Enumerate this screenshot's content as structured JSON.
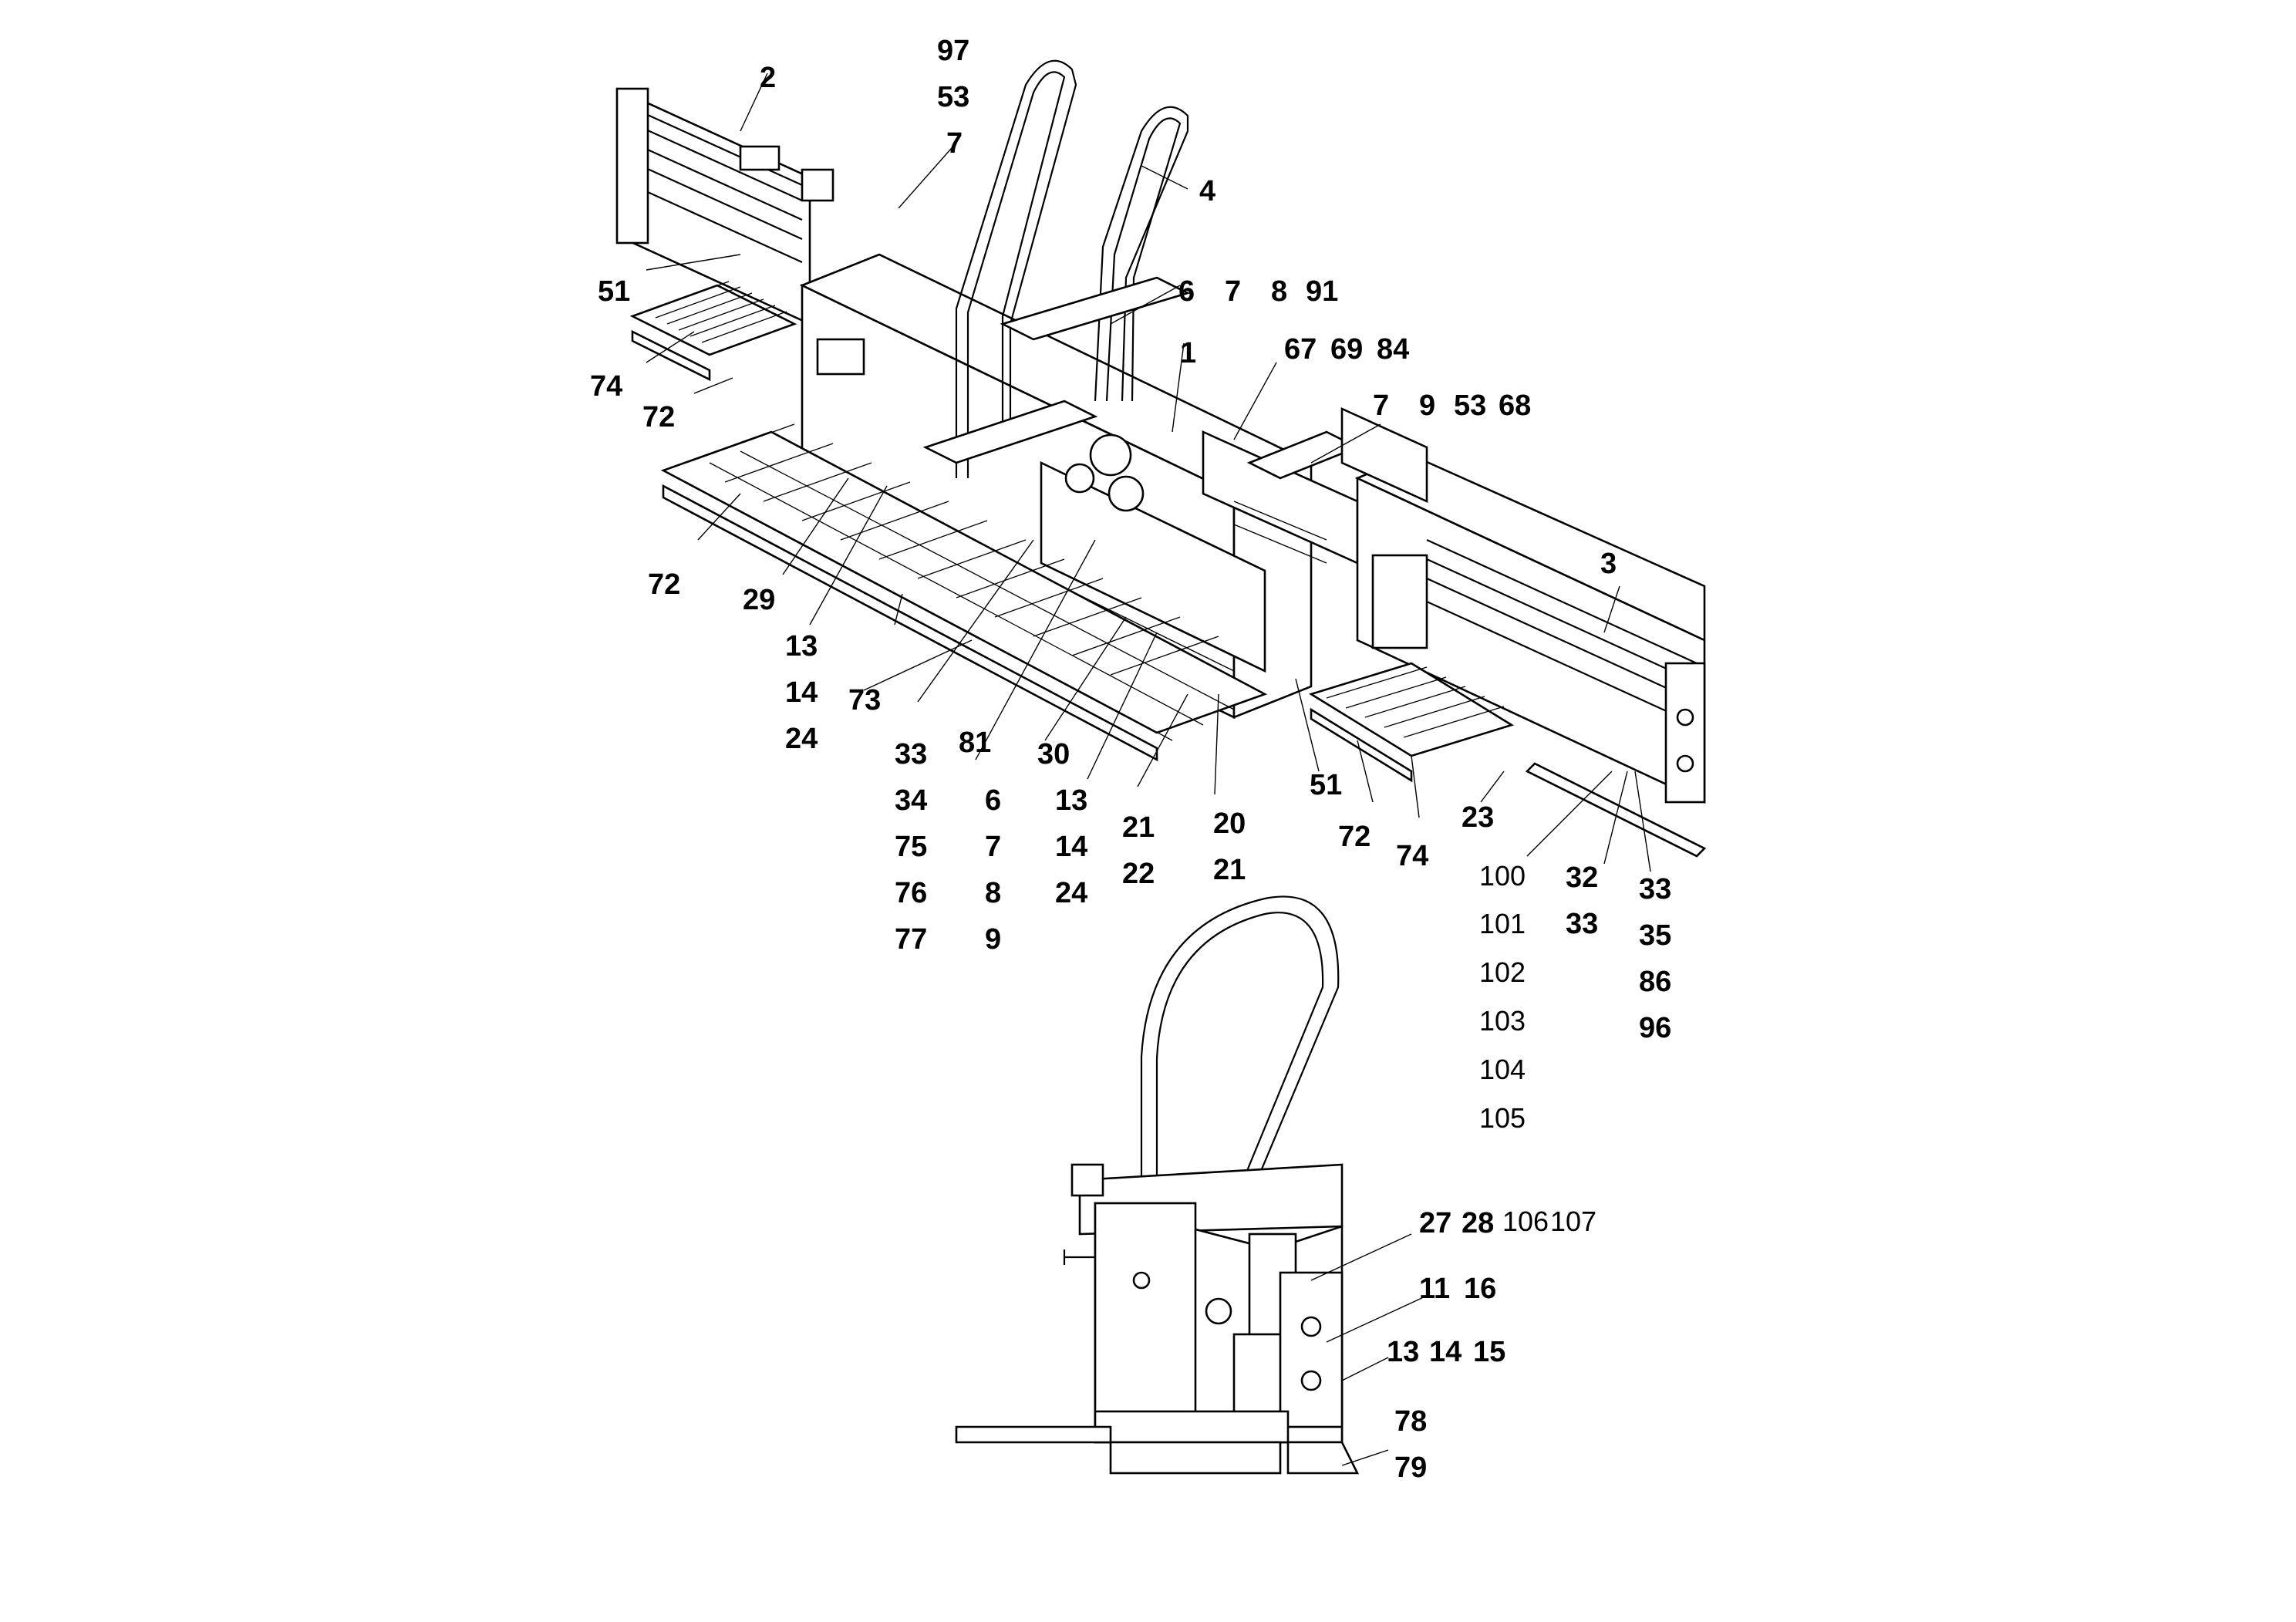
{
  "callouts": [
    "2",
    "97",
    "53",
    "7",
    "4",
    "51",
    "6",
    "7",
    "8",
    "91",
    "1",
    "67",
    "69",
    "84",
    "7",
    "9",
    "53",
    "68",
    "74",
    "72",
    "72",
    "29",
    "13",
    "14",
    "24",
    "73",
    "3",
    "33",
    "34",
    "75",
    "76",
    "77",
    "81",
    "6",
    "7",
    "8",
    "9",
    "30",
    "13",
    "14",
    "24",
    "21",
    "22",
    "20",
    "21",
    "51",
    "72",
    "74",
    "23",
    "100",
    "101",
    "102",
    "103",
    "104",
    "105",
    "32",
    "33",
    "33",
    "35",
    "86",
    "96",
    "27",
    "28",
    "106",
    "107",
    "11",
    "16",
    "13",
    "14",
    "15",
    "78",
    "79"
  ]
}
